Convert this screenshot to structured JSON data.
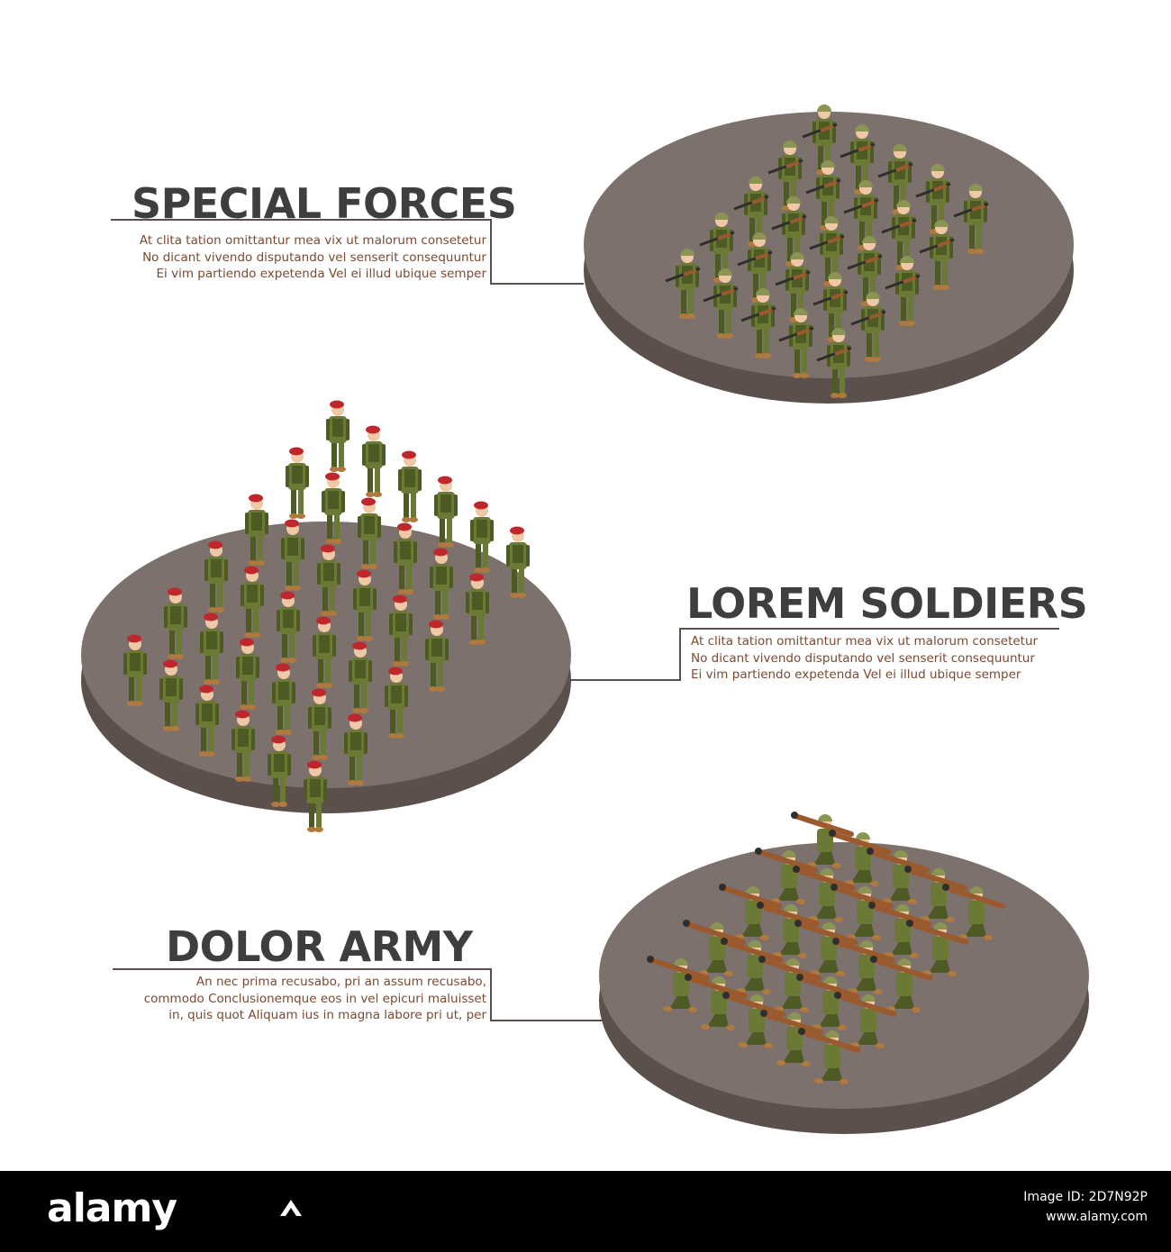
{
  "colors": {
    "platform_top": "#7c716c",
    "platform_side": "#5b504b",
    "uniform": "#6a7a35",
    "uniform_dark": "#4d5a24",
    "helmet": "#8b9452",
    "beret": "#c0272d",
    "skin": "#efc9a6",
    "boots": "#b07a3e",
    "weapon": "#2e2e2e",
    "launcher": "#9a5a2e",
    "title_text": "#3f3e3f",
    "body_text": "#7a4a32",
    "leader_line": "#5b504b",
    "footer_bg": "#000000"
  },
  "blocks": [
    {
      "id": "special-forces",
      "title": "SPECIAL FORCES",
      "lines": [
        "At clita tation omittantur mea vix ut malorum consetetur",
        "No dicant vivendo disputando vel senserit consequuntur",
        "Ei vim partiendo expetenda Vel ei illud ubique semper"
      ],
      "unit_icon": "soldier-with-rifle-icon"
    },
    {
      "id": "lorem-soldiers",
      "title": "LOREM SOLDIERS",
      "lines": [
        "At clita tation omittantur mea vix ut malorum consetetur",
        "No dicant vivendo disputando vel senserit consequuntur",
        "Ei vim partiendo expetenda Vel ei illud ubique semper"
      ],
      "unit_icon": "soldier-with-red-beret-icon"
    },
    {
      "id": "dolor-army",
      "title": "DOLOR ARMY",
      "lines": [
        "An nec prima recusabo, pri an assum recusabo,",
        "commodo Conclusionemque eos in vel epicuri maluisset",
        "in, quis quot Aliquam ius in magna labore pri ut, per"
      ],
      "unit_icon": "kneeling-soldier-with-launcher-icon"
    }
  ],
  "footer": {
    "brand": "alamy",
    "image_id": "Image ID: 2D7N92P",
    "url": "www.alamy.com"
  }
}
